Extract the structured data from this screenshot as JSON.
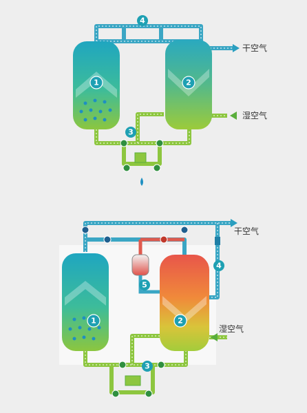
{
  "colors": {
    "panel_bg": "#eeeeee",
    "pipe_blue": "#3aa6c4",
    "pipe_green": "#8dc63f",
    "pipe_red": "#e05a4e",
    "badge": "#1ea0b3",
    "arrow_blue": "#2a9fc0",
    "arrow_green": "#5aae3c"
  },
  "top_panel": {
    "dry_air_label": "干空气",
    "wet_air_label": "湿空气",
    "markers": {
      "tower1": "1",
      "tower2": "2",
      "valve3": "3",
      "valve4": "4"
    }
  },
  "bottom_panel": {
    "dry_air_label": "干空气",
    "wet_air_label": "湿空气",
    "markers": {
      "tower1": "1",
      "tower2": "2",
      "valve3": "3",
      "valve4": "4",
      "heater5": "5"
    }
  }
}
